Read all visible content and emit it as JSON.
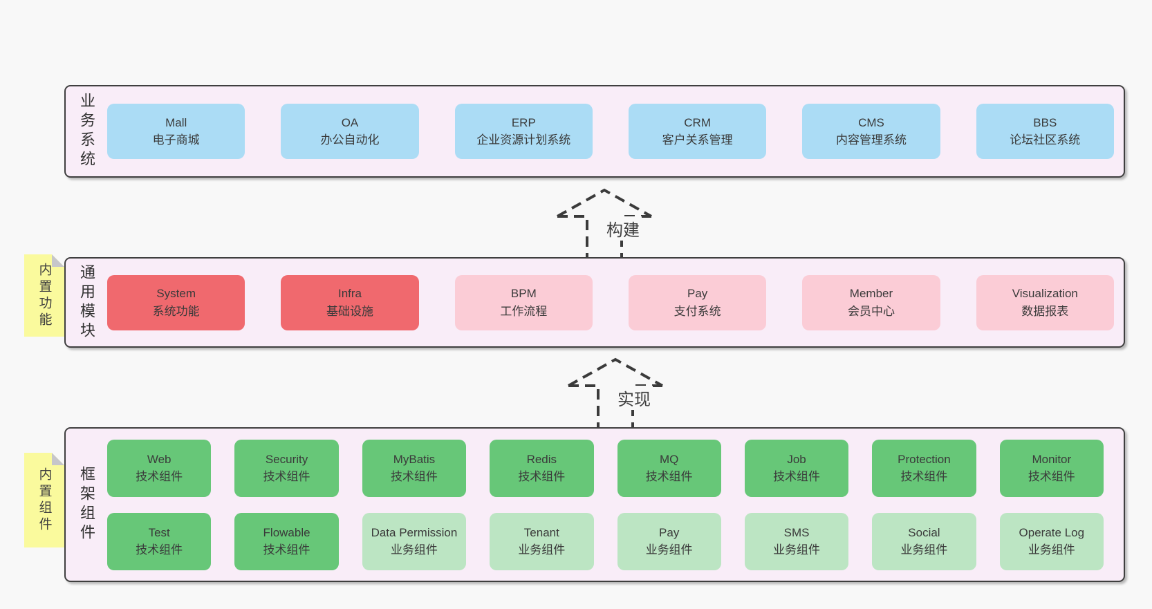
{
  "diagram": {
    "background": "#f8f8f8",
    "panel_background": "#f9edf8",
    "panel_border": "#3f3f3f",
    "text_color": "#3a3a3a"
  },
  "colors": {
    "blue_box": "#abdcf5",
    "red_box": "#f0696e",
    "pink_box": "#fbccd6",
    "green_box": "#67c778",
    "light_green_box": "#bce5c3",
    "sticky_yellow": "#fafa9d",
    "sticky_fold": "#c6c6ca"
  },
  "sections": [
    {
      "label": "业务系统",
      "boxes": [
        {
          "name": "Mall",
          "desc": "电子商城"
        },
        {
          "name": "OA",
          "desc": "办公自动化"
        },
        {
          "name": "ERP",
          "desc": "企业资源计划系统"
        },
        {
          "name": "CRM",
          "desc": "客户关系管理"
        },
        {
          "name": "CMS",
          "desc": "内容管理系统"
        },
        {
          "name": "BBS",
          "desc": "论坛社区系统"
        }
      ]
    },
    {
      "label": "通用模块",
      "sticky_label": "内置功能",
      "boxes": [
        {
          "name": "System",
          "desc": "系统功能"
        },
        {
          "name": "Infra",
          "desc": "基础设施"
        },
        {
          "name": "BPM",
          "desc": "工作流程"
        },
        {
          "name": "Pay",
          "desc": "支付系统"
        },
        {
          "name": "Member",
          "desc": "会员中心"
        },
        {
          "name": "Visualization",
          "desc": "数据报表"
        }
      ]
    },
    {
      "label": "框架组件",
      "sticky_label": "内置组件",
      "rows": [
        [
          {
            "name": "Web",
            "desc": "技术组件"
          },
          {
            "name": "Security",
            "desc": "技术组件"
          },
          {
            "name": "MyBatis",
            "desc": "技术组件"
          },
          {
            "name": "Redis",
            "desc": "技术组件"
          },
          {
            "name": "MQ",
            "desc": "技术组件"
          },
          {
            "name": "Job",
            "desc": "技术组件"
          },
          {
            "name": "Protection",
            "desc": "技术组件"
          },
          {
            "name": "Monitor",
            "desc": "技术组件"
          }
        ],
        [
          {
            "name": "Test",
            "desc": "技术组件"
          },
          {
            "name": "Flowable",
            "desc": "技术组件"
          },
          {
            "name": "Data Permission",
            "desc": "业务组件"
          },
          {
            "name": "Tenant",
            "desc": "业务组件"
          },
          {
            "name": "Pay",
            "desc": "业务组件"
          },
          {
            "name": "SMS",
            "desc": "业务组件"
          },
          {
            "name": "Social",
            "desc": "业务组件"
          },
          {
            "name": "Operate Log",
            "desc": "业务组件"
          }
        ]
      ]
    }
  ],
  "arrows": [
    {
      "label": "构建"
    },
    {
      "label": "实现"
    }
  ]
}
